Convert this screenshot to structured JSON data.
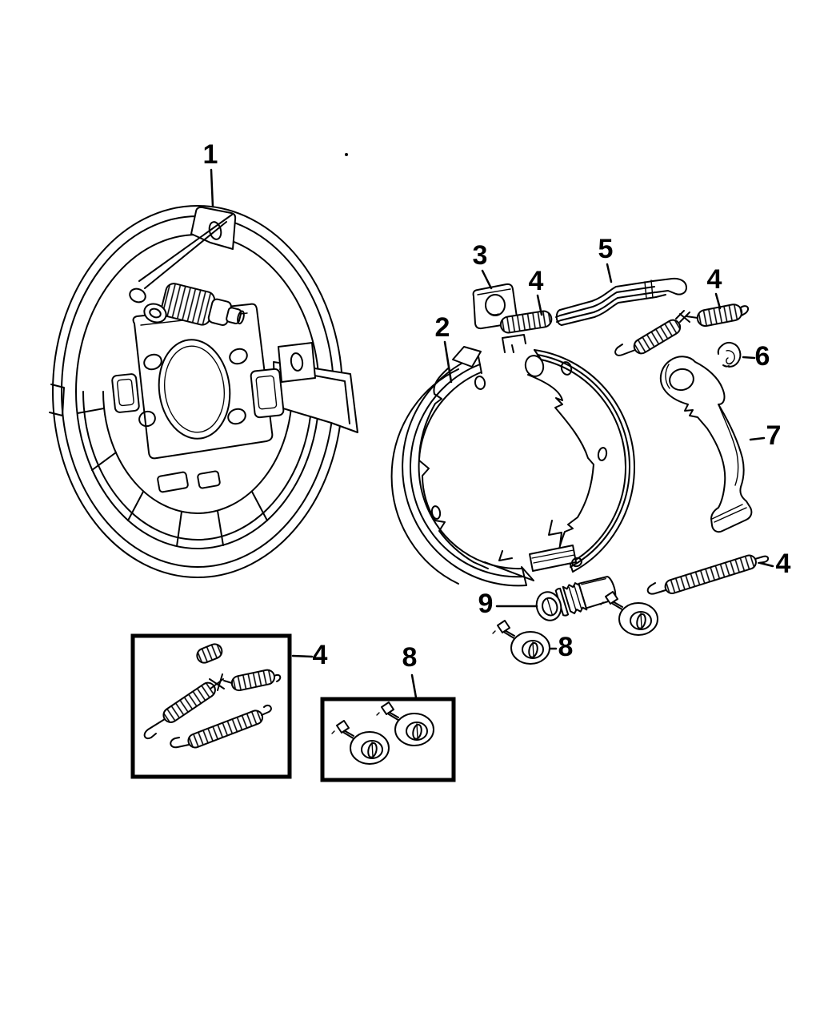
{
  "page": {
    "type": "parts-diagram",
    "background": "#ffffff",
    "line_color": "#000000",
    "description": "exploded parking brake assembly line-art diagram"
  },
  "callouts": [
    {
      "label": "1",
      "part": "brake-backing-plate"
    },
    {
      "label": "2",
      "part": "brake-shoe-set"
    },
    {
      "label": "3",
      "part": "guide-plate"
    },
    {
      "label": "4",
      "part": "coil-spring-small"
    },
    {
      "label": "5",
      "part": "strut"
    },
    {
      "label": "4",
      "part": "return-spring-upper"
    },
    {
      "label": "6",
      "part": "retaining-clip"
    },
    {
      "label": "7",
      "part": "park-brake-lever"
    },
    {
      "label": "4",
      "part": "return-spring-lower"
    },
    {
      "label": "9",
      "part": "adjuster-screw"
    },
    {
      "label": "8",
      "part": "holddown-pin"
    },
    {
      "label": "4",
      "part": "spring-kit-box"
    },
    {
      "label": "8",
      "part": "pin-kit-box"
    }
  ]
}
